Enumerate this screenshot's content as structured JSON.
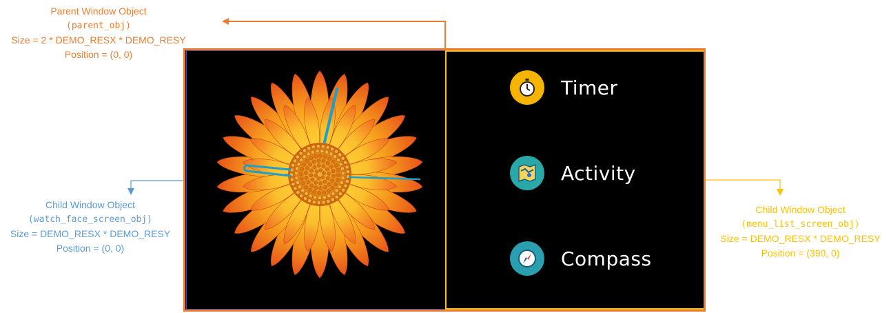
{
  "parent_label": {
    "title": "Parent Window Object",
    "var": "(parent_obj)",
    "size": "Size  = 2 * DEMO_RESX * DEMO_RESY",
    "position": "Position = (0, 0)"
  },
  "watch_label": {
    "title": "Child Window Object",
    "var": "(watch_face_screen_obj)",
    "size": "Size  = DEMO_RESX * DEMO_RESY",
    "position": "Position = (0, 0)"
  },
  "menu_label": {
    "title": "Child Window Object",
    "var": "(menu_list_screen_obj)",
    "size": "Size  = DEMO_RESX * DEMO_RESY",
    "position": "Position = (390, 0)"
  },
  "menu": {
    "items": [
      {
        "label": "Timer",
        "icon": "stopwatch-icon"
      },
      {
        "label": "Activity",
        "icon": "map-icon"
      },
      {
        "label": "Compass",
        "icon": "compass-icon"
      }
    ]
  },
  "colors": {
    "parent": "#ed7d31",
    "watch": "#5b9bd5",
    "menu": "#ffc000",
    "clock_hands": "#1ba1c9"
  }
}
